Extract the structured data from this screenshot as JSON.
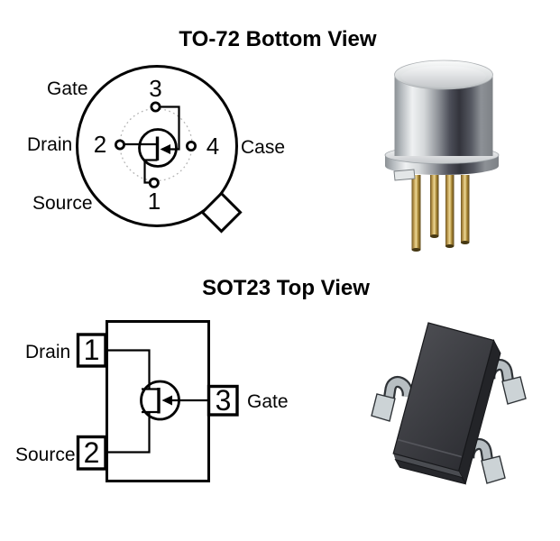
{
  "to72": {
    "title": "TO-72 Bottom View",
    "labels": {
      "gate": "Gate",
      "drain": "Drain",
      "source": "Source",
      "case": "Case"
    },
    "pins": {
      "p1": "1",
      "p2": "2",
      "p3": "3",
      "p4": "4"
    },
    "photo_alt": "to72-metal-can-4-lead-package-render"
  },
  "sot23": {
    "title": "SOT23 Top View",
    "labels": {
      "drain": "Drain",
      "source": "Source",
      "gate": "Gate"
    },
    "pins": {
      "p1": "1",
      "p2": "2",
      "p3": "3"
    },
    "photo_alt": "sot23-black-plastic-3-lead-package-render"
  },
  "colors": {
    "line": "#000000",
    "guide_dotted": "#b4b4b4",
    "metal_highlight": "#eff1f2",
    "metal_shadow": "#33343c",
    "lead_brass": "#c9a55a",
    "plastic_body": "#3b3c41",
    "lead_steel": "#b9c0c4",
    "background": "#ffffff"
  }
}
